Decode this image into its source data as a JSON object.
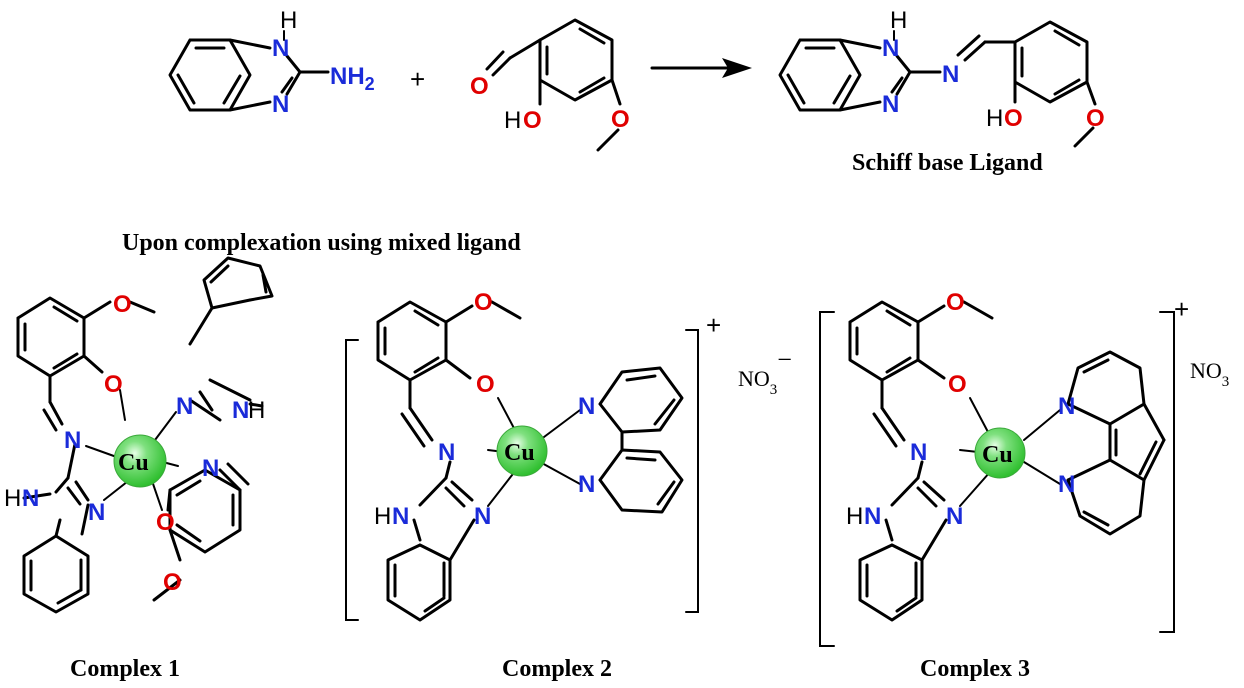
{
  "reaction": {
    "plus_sign": "+",
    "reactant1": {
      "nh_label": "H",
      "n_top": "N",
      "n_bottom": "N",
      "amine": "NH",
      "amine_sub": "2"
    },
    "reactant2": {
      "aldehyde_o": "O",
      "hydroxyl_h": "H",
      "hydroxyl_o": "O",
      "methoxy_o": "O"
    },
    "product": {
      "nh_label": "H",
      "n_top": "N",
      "n_bottom": "N",
      "imine_n": "N",
      "hydroxyl_h": "H",
      "hydroxyl_o": "O",
      "methoxy_o": "O",
      "caption": "Schiff base Ligand"
    }
  },
  "section_title": "Upon complexation using mixed ligand",
  "complexes": [
    {
      "caption": "Complex 1",
      "metal": "Cu",
      "charge": "",
      "counter_ion": ""
    },
    {
      "caption": "Complex 2",
      "metal": "Cu",
      "charge": "+",
      "counter_ion": "NO",
      "counter_ion_sub": "3",
      "counter_ion_charge": "−"
    },
    {
      "caption": "Complex 3",
      "metal": "Cu",
      "charge": "+",
      "counter_ion": "NO",
      "counter_ion_sub": "3"
    }
  ],
  "atom_colors": {
    "nitrogen": "#1a2bd9",
    "oxygen": "#e00000",
    "copper_sphere": "#3fd13f"
  }
}
